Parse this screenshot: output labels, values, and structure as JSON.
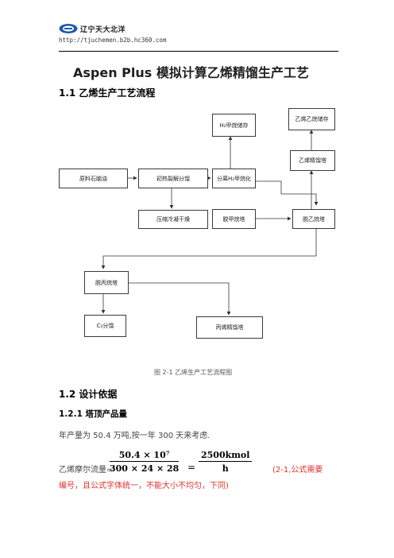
{
  "header": {
    "brand": "辽宁天大北洋",
    "url": "http://tjuchemen.b2b.hc360.com"
  },
  "document": {
    "title": "Aspen Plus 模拟计算乙烯精馏生产工艺",
    "section1": "1.1 乙烯生产工艺流程",
    "section2": "1.2 设计依据",
    "subsection": "1.2.1 塔顶产品量",
    "paragraph": "年产量为 50.4 万吨,按一年 300 天来考虑.",
    "formula_label": "乙烯摩尔流量=",
    "formula_left_num": "50.4 × 10⁷",
    "formula_left_den": "300 × 24 × 28",
    "formula_right_num": "2500kmol",
    "formula_right_den": "h",
    "note_line1": "(2-1,公式需要",
    "note_line2": "编号，且公式字体统一，不能大小不均匀，下同)"
  },
  "diagram": {
    "boxes": {
      "crude": "原料石脑油",
      "cracking": "初热裂解分馏",
      "separation": "分离H₂甲烷化",
      "compression": "压缩冷凝干燥",
      "demethanizer": "脱甲烷塔",
      "deethanizer": "脱乙烷塔",
      "ethylene_tower": "乙烯精馏塔",
      "ethylene_storage": "乙烯乙烷储存",
      "h2_storage": "H₂甲烷储存",
      "depropanizer": "脱丙烷塔",
      "c3_split": "C₃分馏",
      "propylene": "丙烯精馏塔"
    },
    "caption": "图 2-1  乙烯生产工艺流程图"
  }
}
